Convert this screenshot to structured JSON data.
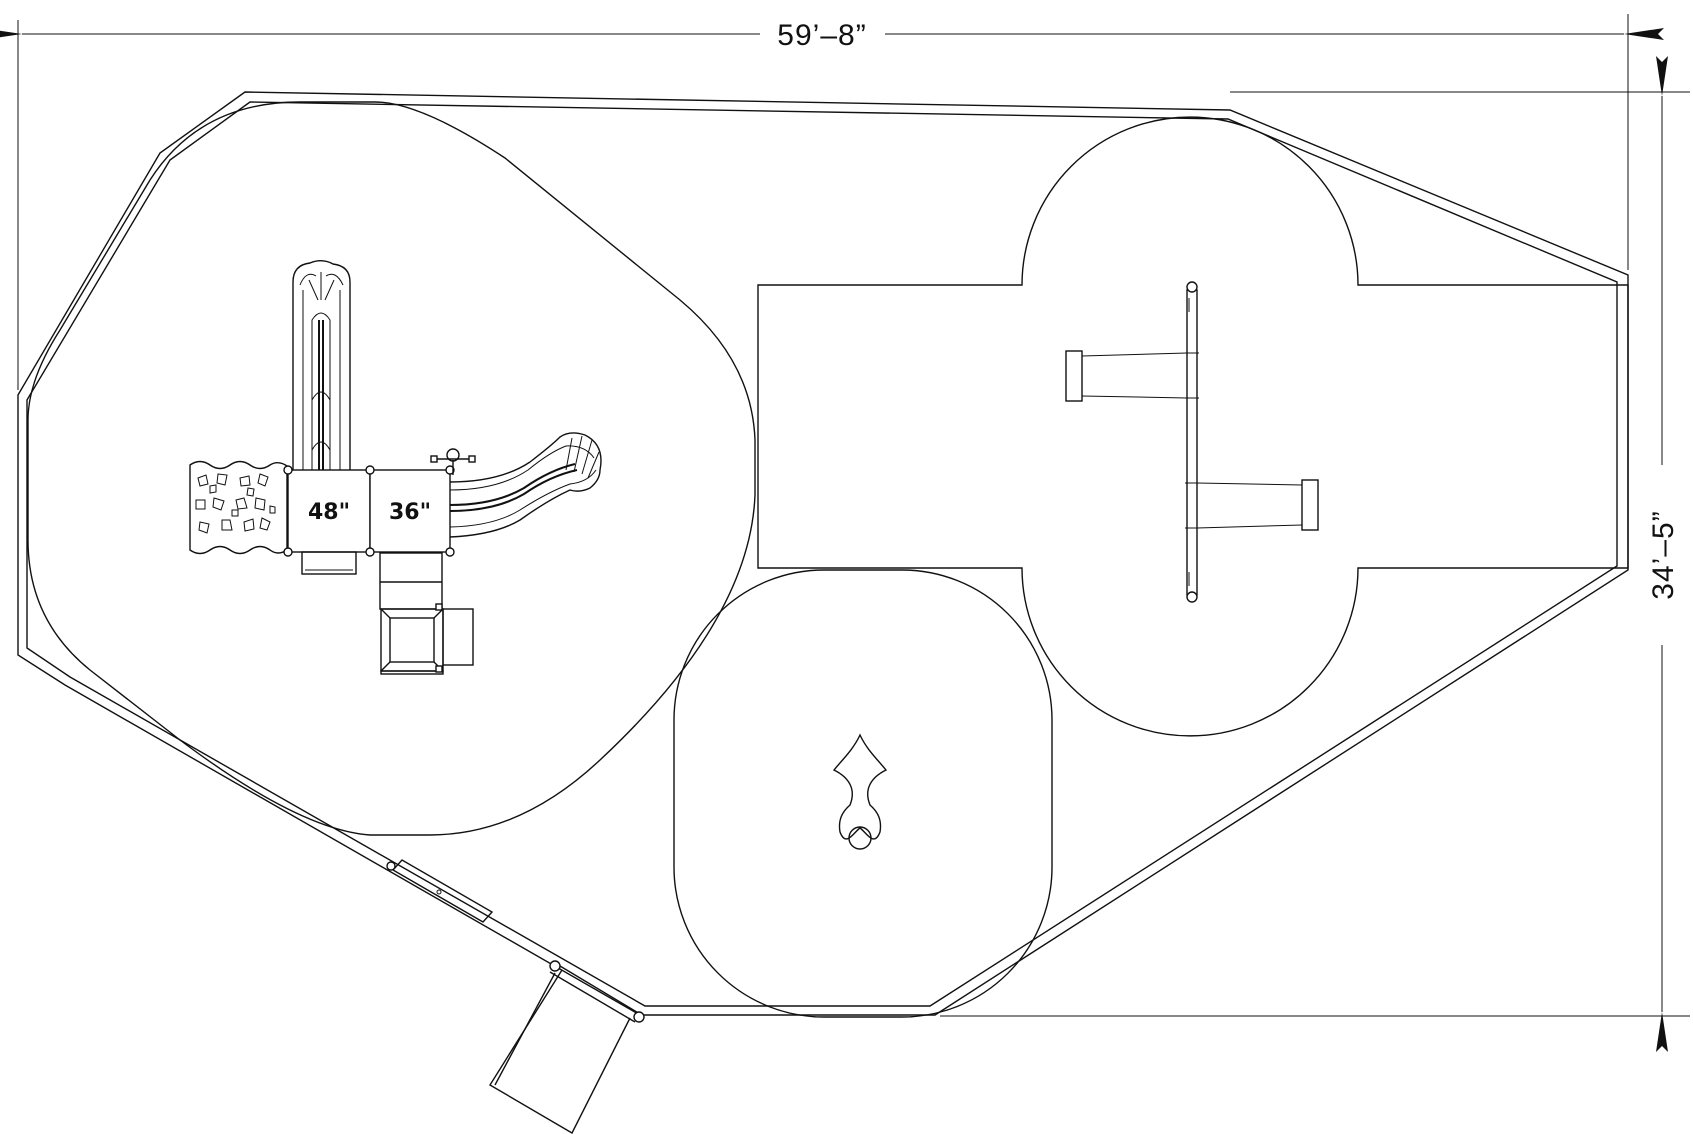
{
  "dimensions": {
    "width_label": "59’–8”",
    "height_label": "34’–5”"
  },
  "play_structure": {
    "deck_high_label": "48\"",
    "deck_low_label": "36\""
  },
  "colors": {
    "line": "#111111",
    "background": "#ffffff"
  }
}
